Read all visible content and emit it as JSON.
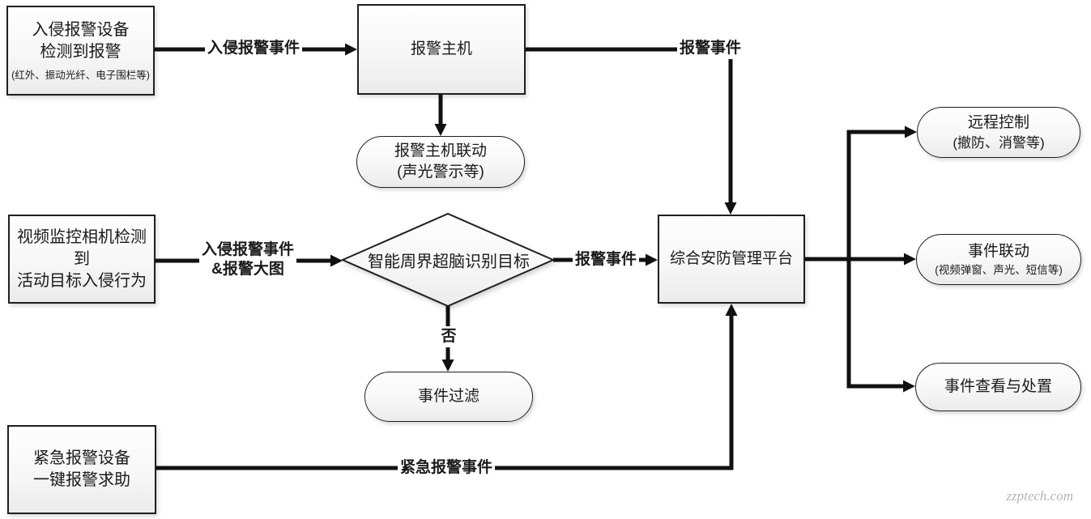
{
  "nodes": {
    "intrusion_device": {
      "line1": "入侵报警设备",
      "line2": "检测到报警",
      "sub": "(红外、振动光纤、电子围栏等)"
    },
    "alarm_host": {
      "label": "报警主机"
    },
    "host_linkage": {
      "line1": "报警主机联动",
      "line2": "(声光警示等)"
    },
    "video_camera": {
      "line1": "视频监控相机检测到",
      "line2": "活动目标入侵行为"
    },
    "ai_decision": {
      "label": "智能周界超脑识别目标"
    },
    "event_filter": {
      "label": "事件过滤"
    },
    "platform": {
      "label": "综合安防管理平台"
    },
    "emergency_device": {
      "line1": "紧急报警设备",
      "line2": "一键报警求助"
    },
    "remote_control": {
      "line1": "远程控制",
      "line2": "(撤防、消警等)"
    },
    "event_linkage": {
      "line1": "事件联动",
      "line2": "(视频弹窗、声光、短信等)"
    },
    "event_view": {
      "label": "事件查看与处置"
    }
  },
  "edge_labels": {
    "intrusion_alarm_event": "入侵报警事件",
    "alarm_event_top": "报警事件",
    "intrusion_event_line1": "入侵报警事件",
    "intrusion_event_line2": "&报警大图",
    "alarm_event_mid": "报警事件",
    "no_label": "否",
    "emergency_alarm_event": "紧急报警事件"
  },
  "watermark": "zzptech.com",
  "colors": {
    "line": "#111111",
    "border": "#1f1f1f",
    "fill_top": "#ffffff",
    "fill_bottom": "#ececec",
    "text": "#1a1a1a",
    "watermark": "#b5b5b5"
  }
}
